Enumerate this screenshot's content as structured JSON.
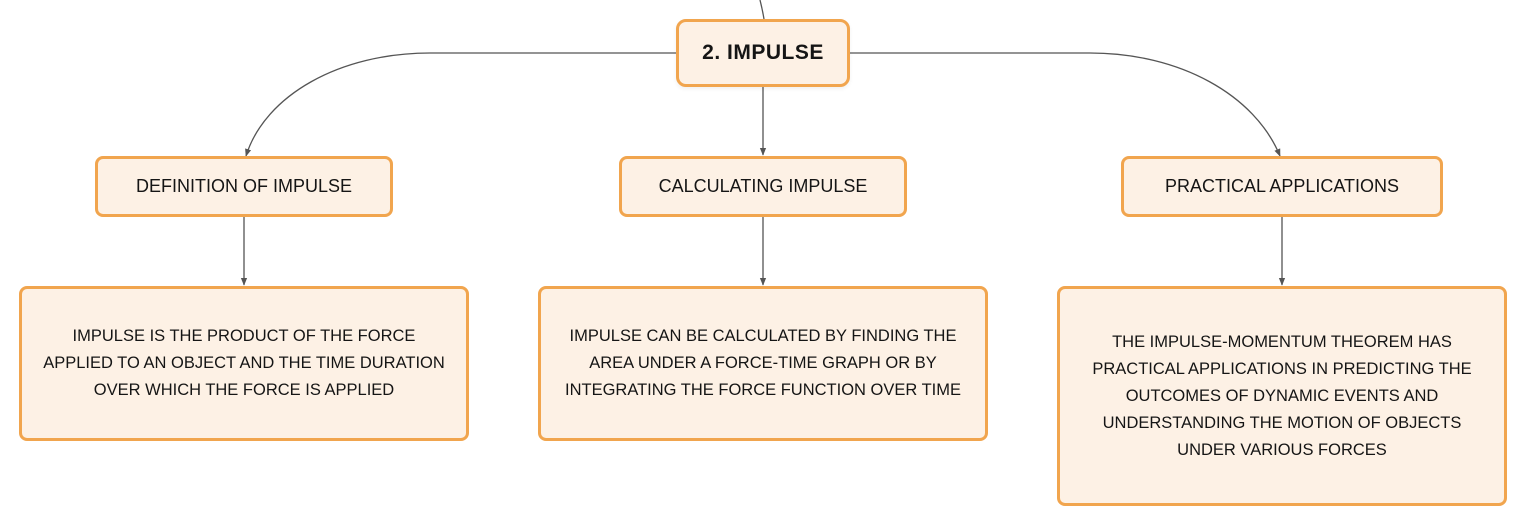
{
  "diagram": {
    "root": {
      "label": "2. IMPULSE"
    },
    "branches": [
      {
        "label": "DEFINITION OF IMPULSE",
        "detail": "IMPULSE IS THE PRODUCT OF THE FORCE APPLIED TO AN OBJECT AND THE TIME DURATION OVER WHICH THE FORCE IS APPLIED"
      },
      {
        "label": "CALCULATING IMPULSE",
        "detail": "IMPULSE CAN BE CALCULATED BY FINDING THE AREA UNDER A FORCE-TIME GRAPH OR BY INTEGRATING THE FORCE FUNCTION OVER TIME"
      },
      {
        "label": "PRACTICAL APPLICATIONS",
        "detail": "THE IMPULSE-MOMENTUM THEOREM HAS PRACTICAL APPLICATIONS IN PREDICTING THE OUTCOMES OF DYNAMIC EVENTS AND UNDERSTANDING THE MOTION OF OBJECTS UNDER VARIOUS FORCES"
      }
    ],
    "colors": {
      "node_fill": "#fdf1e5",
      "node_border": "#f1a54e",
      "connector": "#555555",
      "text": "#151515"
    }
  }
}
